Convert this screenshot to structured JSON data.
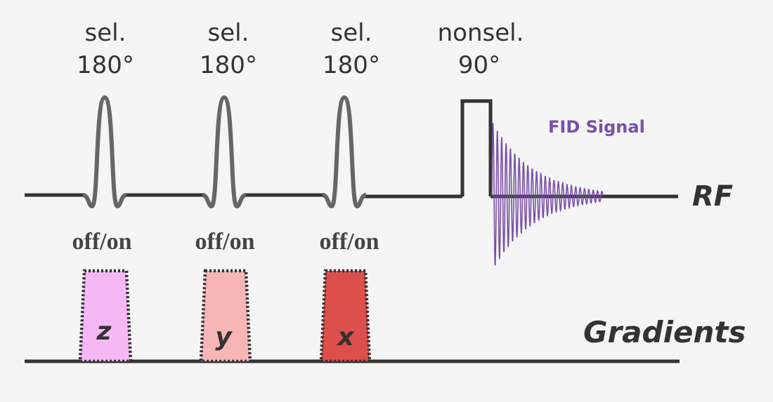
{
  "pulses": [
    {
      "line1": "sel.",
      "line2": "180°",
      "toggle": "off/on",
      "gradient": "z",
      "gradient_color": "#f5b8f5"
    },
    {
      "line1": "sel.",
      "line2": "180°",
      "toggle": "off/on",
      "gradient": "y",
      "gradient_color": "#f7b6b6"
    },
    {
      "line1": "sel.",
      "line2": "180°",
      "toggle": "off/on",
      "gradient": "x",
      "gradient_color": "#dc4f4a"
    }
  ],
  "readout": {
    "line1": "nonsel.",
    "line2": "90°"
  },
  "fid_label": "FID Signal",
  "rf_label": "RF",
  "gradients_label": "Gradients",
  "colors": {
    "line": "#333333",
    "pulse": "#666666",
    "fid": "#7a4fa8"
  }
}
